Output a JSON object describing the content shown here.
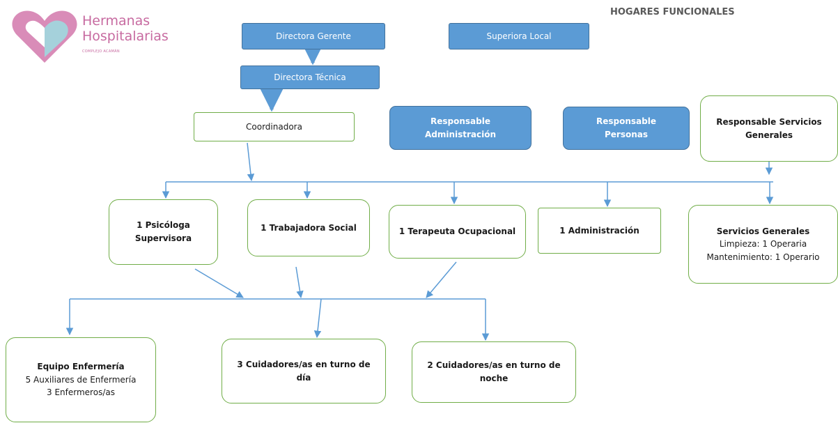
{
  "header": {
    "org_name_line1": "Hermanas",
    "org_name_line2": "Hospitalarias",
    "org_sub": "COMPLEJO ACAMÁN",
    "title": "HOGARES FUNCIONALES"
  },
  "colors": {
    "box_blue": "#5b9bd5",
    "box_green_border": "#70ad47",
    "connector": "#5b9bd5",
    "logo_pink": "#c76aa0",
    "logo_teal": "#9fd8df"
  },
  "nodes": {
    "directora_gerente": "Directora Gerente",
    "superiora_local": "Superiora Local",
    "directora_tecnica": "Directora Técnica",
    "coordinadora": "Coordinadora",
    "resp_admin_l1": "Responsable",
    "resp_admin_l2": "Administración",
    "resp_personas_l1": "Responsable",
    "resp_personas_l2": "Personas",
    "resp_servicios_l1": "Responsable Servicios",
    "resp_servicios_l2": "Generales",
    "psicologa_l1": "1 Psicóloga",
    "psicologa_l2": "Supervisora",
    "trabajadora": "1 Trabajadora Social",
    "terapeuta": "1 Terapeuta Ocupacional",
    "administracion": "1 Administración",
    "servicios_title": "Servicios Generales",
    "servicios_l1": "Limpieza: 1 Operaria",
    "servicios_l2": "Mantenimiento: 1 Operario",
    "enfermeria_title": "Equipo Enfermería",
    "enfermeria_l1": "5 Auxiliares de Enfermería",
    "enfermeria_l2": "3 Enfermeros/as",
    "cuid_dia_l1": "3 Cuidadores/as en turno de",
    "cuid_dia_l2": "día",
    "cuid_noche_l1": "2 Cuidadores/as en turno de",
    "cuid_noche_l2": "noche"
  }
}
